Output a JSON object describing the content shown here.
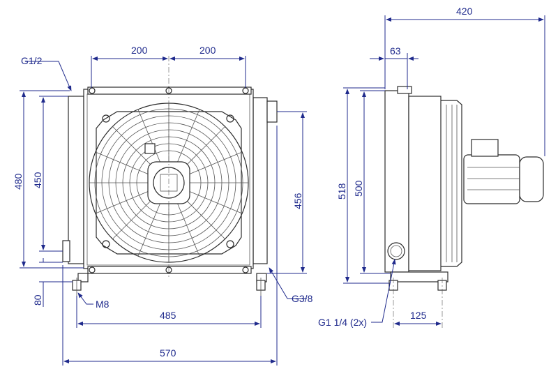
{
  "dimensions": {
    "width_420": "420",
    "dim_63": "63",
    "dim_200_left": "200",
    "dim_200_right": "200",
    "dim_480": "480",
    "dim_450": "450",
    "dim_456": "456",
    "dim_518": "518",
    "dim_500": "500",
    "dim_80": "80",
    "dim_485": "485",
    "dim_570": "570",
    "dim_125": "125"
  },
  "labels": {
    "g1_2": "G1/2",
    "g3_8": "G3/8",
    "m8": "M8",
    "g1_1_4": "G1 1/4 (2x)"
  },
  "colors": {
    "dimension": "#1f2a8c",
    "outline": "#2b2b2b"
  }
}
